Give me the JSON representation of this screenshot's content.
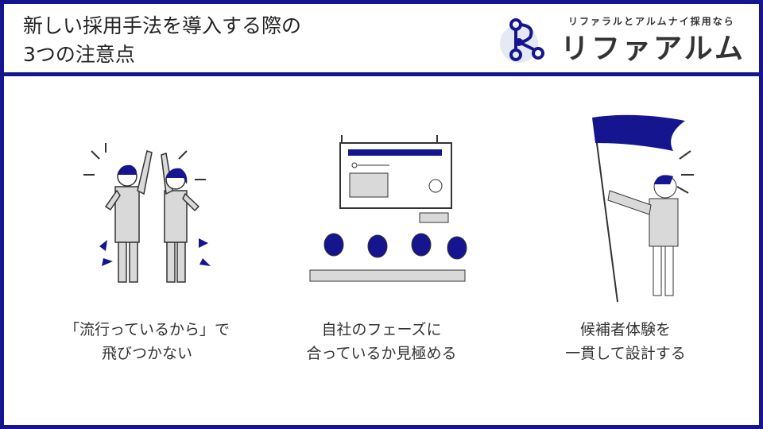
{
  "header": {
    "title_line1": "新しい採用手法を導入する際の",
    "title_line2": "3つの注意点"
  },
  "logo": {
    "tagline": "リファラルとアルムナイ採用なら",
    "name": "リファアルム"
  },
  "colors": {
    "accent": "#14158f",
    "gray": "#d9d9d9"
  },
  "points": [
    {
      "line1": "「流行っているから」で",
      "line2": "飛びつかない",
      "icon": "cheering-people-illustration"
    },
    {
      "line1": "自社のフェーズに",
      "line2": "合っているか見極める",
      "icon": "presentation-audience-illustration"
    },
    {
      "line1": "候補者体験を",
      "line2": "一貫して設計する",
      "icon": "flag-bearer-illustration"
    }
  ]
}
